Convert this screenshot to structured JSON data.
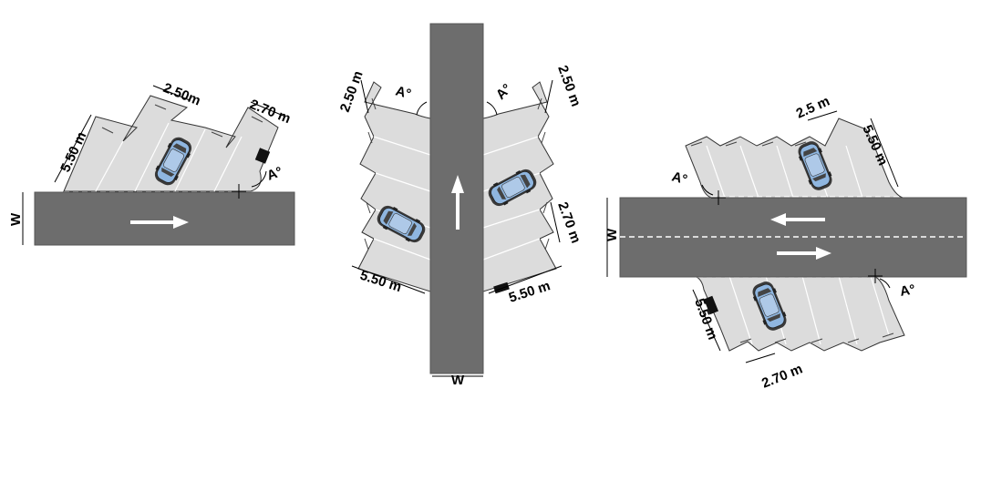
{
  "diagrams": [
    {
      "id": "one-way-horizontal",
      "labels": {
        "bay_width": "2.50m",
        "bay_width_angled": "2.70 m",
        "bay_depth": "5.50 m",
        "angle": "A°",
        "road_width": "W"
      }
    },
    {
      "id": "one-way-vertical",
      "labels": {
        "bay_width_left": "2.50 m",
        "bay_width_right": "2.50 m",
        "bay_width_angled": "2.70 m",
        "bay_depth_left": "5.50 m",
        "bay_depth_right": "5.50 m",
        "angle_left": "A°",
        "angle_right": "A°",
        "road_width": "W"
      }
    },
    {
      "id": "two-way-horizontal",
      "labels": {
        "bay_width_top": "2.5 m",
        "bay_depth_top": "5.50 m",
        "bay_depth_bottom": "5.50 m",
        "bay_width_bottom": "2.70 m",
        "angle_top": "A°",
        "angle_bottom": "A°",
        "road_width": "W"
      }
    }
  ],
  "colors": {
    "road": "#6d6d6d",
    "bay": "#dcdcdc",
    "marking": "#ffffff",
    "car_body": "#8fb6e0",
    "car_dark": "#333333"
  },
  "icons": [
    "car-icon",
    "direction-arrow-icon",
    "crosshair-icon",
    "kerb-block-icon"
  ]
}
